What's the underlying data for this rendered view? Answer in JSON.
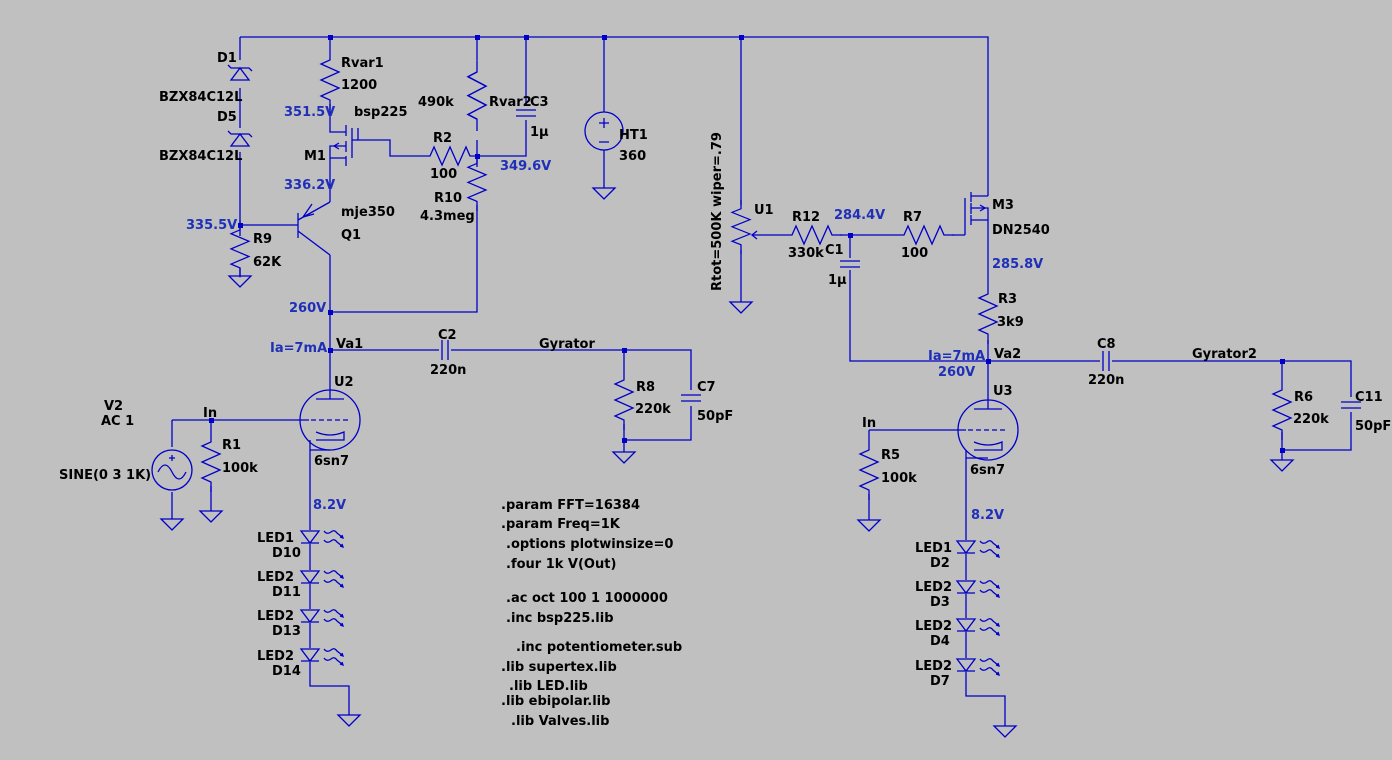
{
  "schematic": {
    "components": {
      "d1": {
        "ref": "D1",
        "value": "BZX84C12L"
      },
      "d5": {
        "ref": "D5",
        "value": "BZX84C12L"
      },
      "rvar1": {
        "ref": "Rvar1",
        "value": "1200"
      },
      "m1": {
        "ref": "M1",
        "value": "bsp225"
      },
      "r2": {
        "ref": "R2",
        "value": "100"
      },
      "rvar2": {
        "ref": "Rvar2",
        "value": "490k"
      },
      "c3": {
        "ref": "C3",
        "value": "1µ"
      },
      "r10": {
        "ref": "R10",
        "value": "4.3meg"
      },
      "ht1": {
        "ref": "HT1",
        "value": "360"
      },
      "q1": {
        "ref": "Q1",
        "value": "mje350"
      },
      "r9": {
        "ref": "R9",
        "value": "62K"
      },
      "u1": {
        "ref": "U1",
        "value": "Rtot=500K wiper=.79"
      },
      "r12": {
        "ref": "R12",
        "value": "330k"
      },
      "c1": {
        "ref": "C1",
        "value": "1µ"
      },
      "r7": {
        "ref": "R7",
        "value": "100"
      },
      "m3": {
        "ref": "M3",
        "value": "DN2540"
      },
      "r3": {
        "ref": "R3",
        "value": "3k9"
      },
      "c2": {
        "ref": "C2",
        "value": "220n"
      },
      "r8": {
        "ref": "R8",
        "value": "220k"
      },
      "c7": {
        "ref": "C7",
        "value": "50pF"
      },
      "u2": {
        "ref": "U2",
        "value": "6sn7"
      },
      "v2": {
        "ref": "V2",
        "line2": "AC 1",
        "value": "SINE(0 3 1K)"
      },
      "r1": {
        "ref": "R1",
        "value": "100k"
      },
      "c8": {
        "ref": "C8",
        "value": "220n"
      },
      "r6": {
        "ref": "R6",
        "value": "220k"
      },
      "c11": {
        "ref": "C11",
        "value": "50pF"
      },
      "u3": {
        "ref": "U3",
        "value": "6sn7"
      },
      "r5": {
        "ref": "R5",
        "value": "100k"
      },
      "d10": {
        "ref": "D10",
        "value": "LED1"
      },
      "d11": {
        "ref": "D11",
        "value": "LED2"
      },
      "d13": {
        "ref": "D13",
        "value": "LED2"
      },
      "d14": {
        "ref": "D14",
        "value": "LED2"
      },
      "d2": {
        "ref": "D2",
        "value": "LED1"
      },
      "d3": {
        "ref": "D3",
        "value": "LED2"
      },
      "d4": {
        "ref": "D4",
        "value": "LED2"
      },
      "d7": {
        "ref": "D7",
        "value": "LED2"
      }
    },
    "nets": {
      "va1": "Va1",
      "va2": "Va2",
      "gyrator": "Gyrator",
      "gyrator2": "Gyrator2",
      "in_left": "In",
      "in_right": "In"
    },
    "voltages": {
      "m1_top": "351.5V",
      "m1_src": "336.2V",
      "q1_base": "335.5V",
      "rvar2_node": "349.6V",
      "q1_coll": "260V",
      "ia_left": "Ia=7mA",
      "bias_left": "8.2V",
      "wiper": "284.4V",
      "m3_src": "285.8V",
      "ia_right": "Ia=7mA",
      "va2_v": "260V",
      "bias_right": "8.2V"
    },
    "directives": [
      ".param FFT=16384",
      ".param Freq=1K",
      ".options plotwinsize=0",
      ".four 1k V(Out)",
      ".ac oct 100 1 1000000",
      ".inc bsp225.lib",
      ".inc potentiometer.sub",
      ".lib supertex.lib",
      ".lib LED.lib",
      ".lib ebipolar.lib",
      ".lib Valves.lib"
    ]
  }
}
